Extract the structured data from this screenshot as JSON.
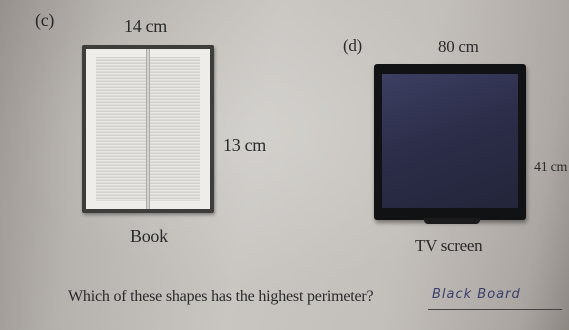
{
  "items": {
    "c": {
      "label": "(c)",
      "width": "14 cm",
      "height": "13 cm",
      "caption": "Book",
      "icon": "book-icon"
    },
    "d": {
      "label": "(d)",
      "width": "80 cm",
      "height": "41 cm",
      "caption": "TV screen",
      "icon": "tv-icon"
    }
  },
  "question": {
    "text": "Which of these shapes has the highest perimeter?",
    "answer": "Black Board"
  },
  "colors": {
    "ink": "#2a2a2a",
    "handwriting": "#3b3f6e",
    "tv_screen": "#2c2e4a"
  }
}
